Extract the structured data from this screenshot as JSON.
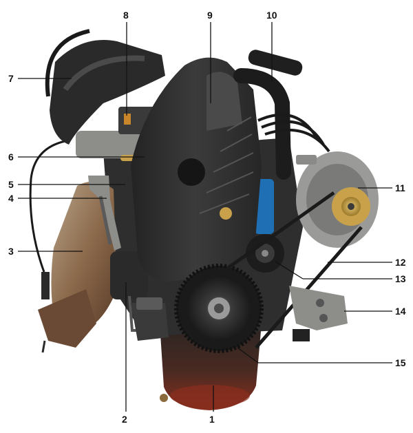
{
  "figure": {
    "subject": "engine-assembly",
    "callouts": [
      {
        "id": "1",
        "label": "1"
      },
      {
        "id": "2",
        "label": "2"
      },
      {
        "id": "3",
        "label": "3"
      },
      {
        "id": "4",
        "label": "4"
      },
      {
        "id": "5",
        "label": "5"
      },
      {
        "id": "6",
        "label": "6"
      },
      {
        "id": "7",
        "label": "7"
      },
      {
        "id": "8",
        "label": "8"
      },
      {
        "id": "9",
        "label": "9"
      },
      {
        "id": "10",
        "label": "10"
      },
      {
        "id": "11",
        "label": "11"
      },
      {
        "id": "12",
        "label": "12"
      },
      {
        "id": "13",
        "label": "13"
      },
      {
        "id": "14",
        "label": "14"
      },
      {
        "id": "15",
        "label": "15"
      }
    ]
  },
  "colors": {
    "background": "#ffffff",
    "engine_dark": "#2a2a2a",
    "belt_cover": "#3a3a3a",
    "metal_grey": "#9a9a98",
    "exhaust_rust": "#8a5a3a",
    "oil_pan_red": "#7a2a1c",
    "pump_blue": "#1f6fb5",
    "brass_pulley": "#c9a14a",
    "leader_line": "#111111"
  }
}
